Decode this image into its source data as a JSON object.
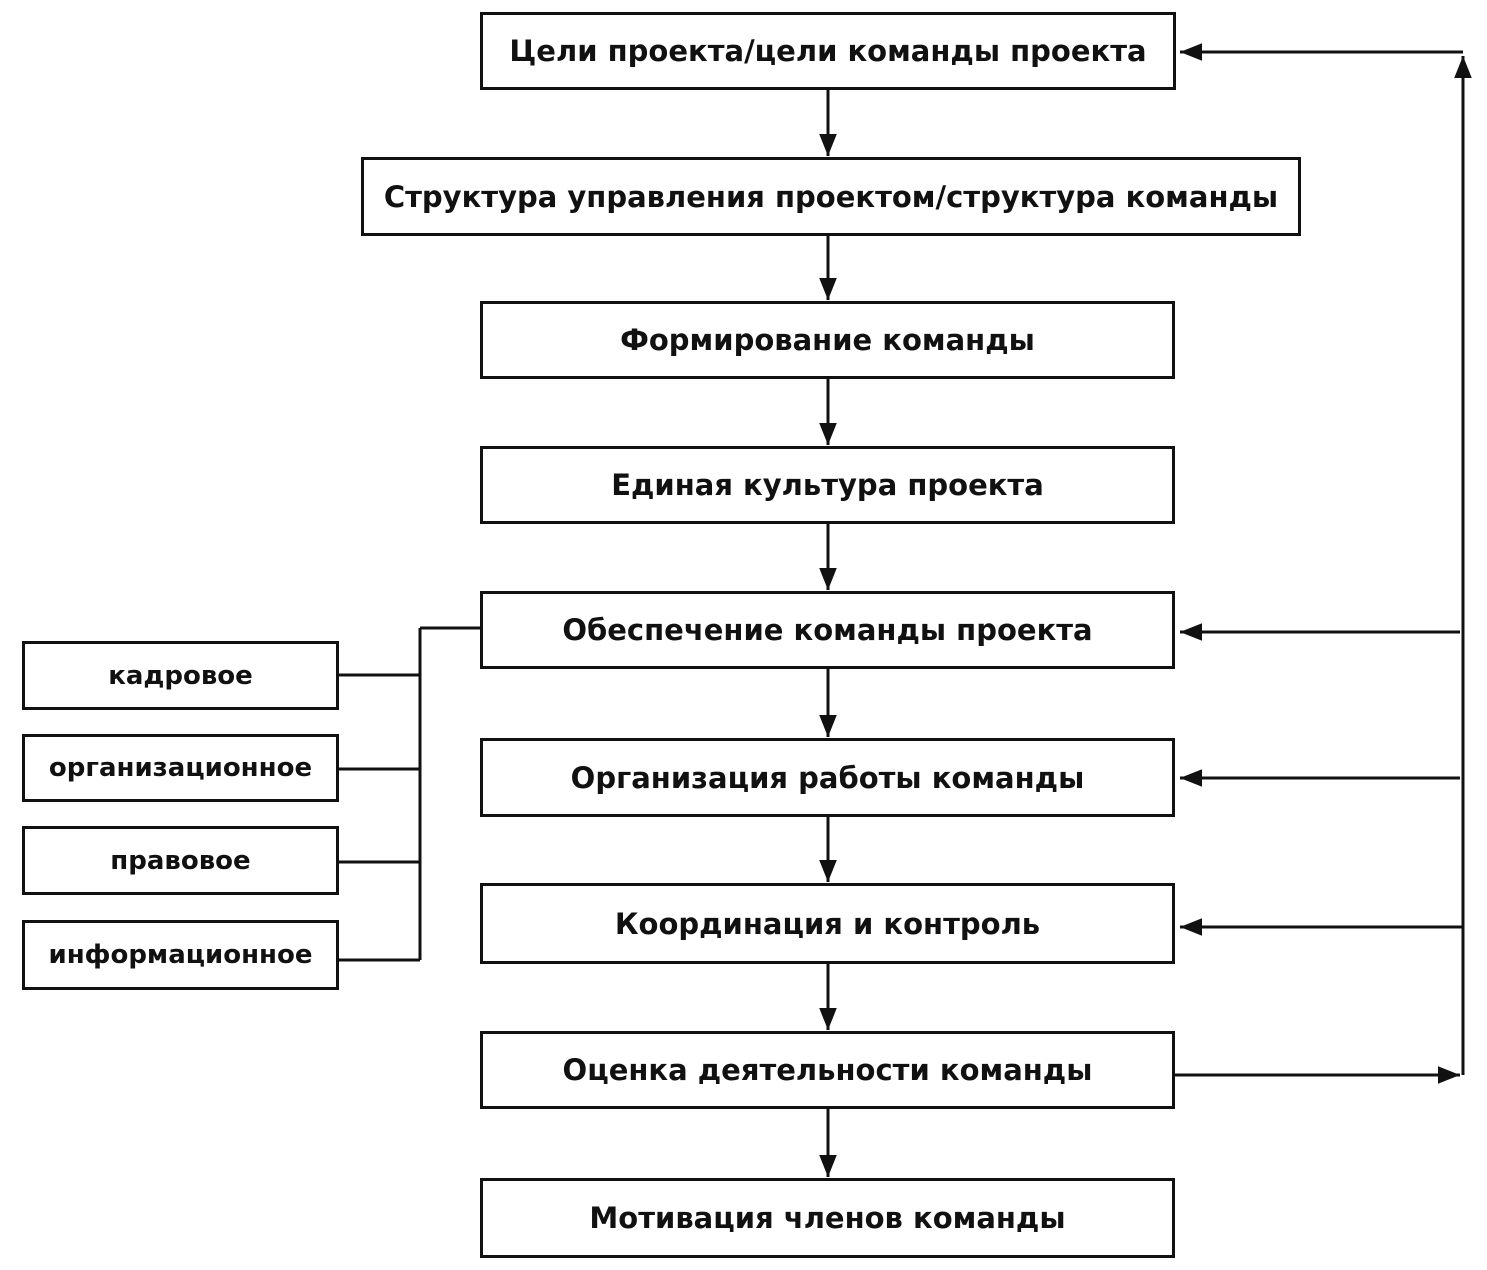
{
  "steps": [
    {
      "id": "goals",
      "label": "Цели проекта/цели команды проекта"
    },
    {
      "id": "structure",
      "label": "Структура управления проектом/структура команды"
    },
    {
      "id": "formation",
      "label": "Формирование команды"
    },
    {
      "id": "culture",
      "label": "Единая культура проекта"
    },
    {
      "id": "support",
      "label": "Обеспечение команды проекта"
    },
    {
      "id": "organization",
      "label": "Организация работы команды"
    },
    {
      "id": "coordination",
      "label": "Координация и контроль"
    },
    {
      "id": "evaluation",
      "label": "Оценка деятельности команды"
    },
    {
      "id": "motivation",
      "label": "Мотивация членов команды"
    }
  ],
  "support_types": [
    {
      "id": "personnel",
      "label": "кадровое"
    },
    {
      "id": "organizational",
      "label": "организационное"
    },
    {
      "id": "legal",
      "label": "правовое"
    },
    {
      "id": "informational",
      "label": "информационное"
    }
  ],
  "colors": {
    "stroke": "#111111",
    "background": "#ffffff"
  }
}
